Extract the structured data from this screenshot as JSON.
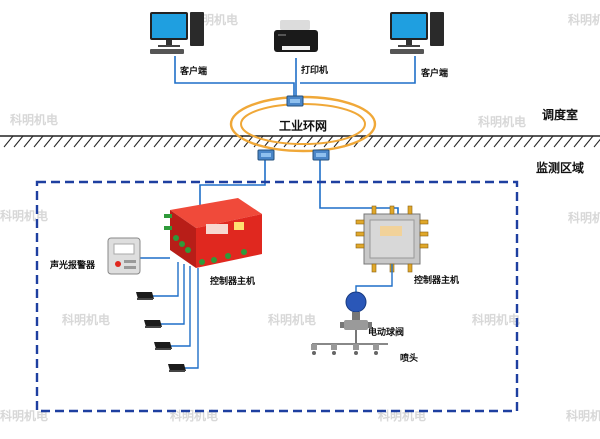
{
  "title_zone_top": "调度室",
  "title_zone_bottom": "监测区域",
  "ring_label": "工业环网",
  "devices": {
    "client_left": "客户端",
    "printer": "打印机",
    "client_right": "客户端",
    "alarm": "声光报警器",
    "controller_left": "控制器主机",
    "controller_right": "控制器主机",
    "ball_valve": "电动球阀",
    "nozzle": "喷头"
  },
  "watermark": "科明机电",
  "colors": {
    "line": "#1f6fc8",
    "ring": "#f0a838",
    "dashed_box": "#1e3fa0",
    "controller_red": "#e0281f",
    "steel": "#b9b9b9"
  }
}
